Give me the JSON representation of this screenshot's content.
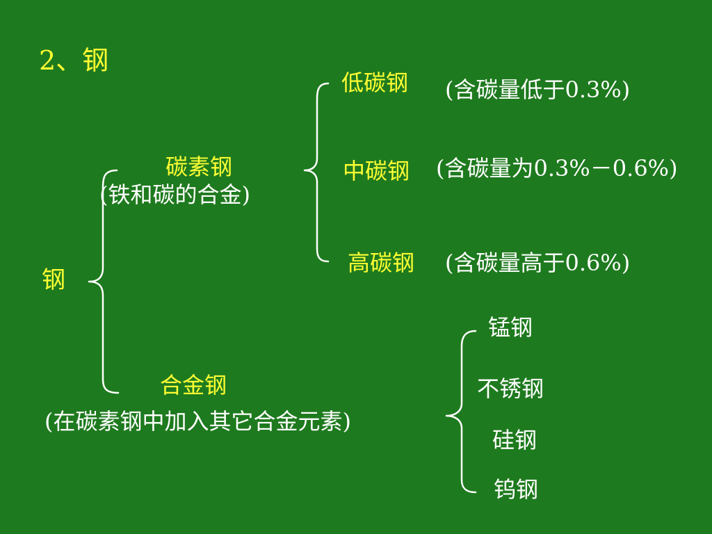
{
  "title": "2、钢",
  "root": {
    "label": "钢"
  },
  "carbon_steel": {
    "label": "碳素钢",
    "note": "(铁和碳的合金)",
    "children": [
      {
        "label": "低碳钢",
        "note": "(含碳量低于0.3%)"
      },
      {
        "label": "中碳钢",
        "note": "(含碳量为0.3%－0.6%)"
      },
      {
        "label": "高碳钢",
        "note": "(含碳量高于0.6%)"
      }
    ]
  },
  "alloy_steel": {
    "label": "合金钢",
    "note": "(在碳素钢中加入其它合金元素)",
    "children": [
      {
        "label": "锰钢"
      },
      {
        "label": "不锈钢"
      },
      {
        "label": "硅钢"
      },
      {
        "label": "钨钢"
      }
    ]
  },
  "colors": {
    "background": "#1e7a1e",
    "highlight": "#ffff33",
    "text": "#ffffff"
  }
}
